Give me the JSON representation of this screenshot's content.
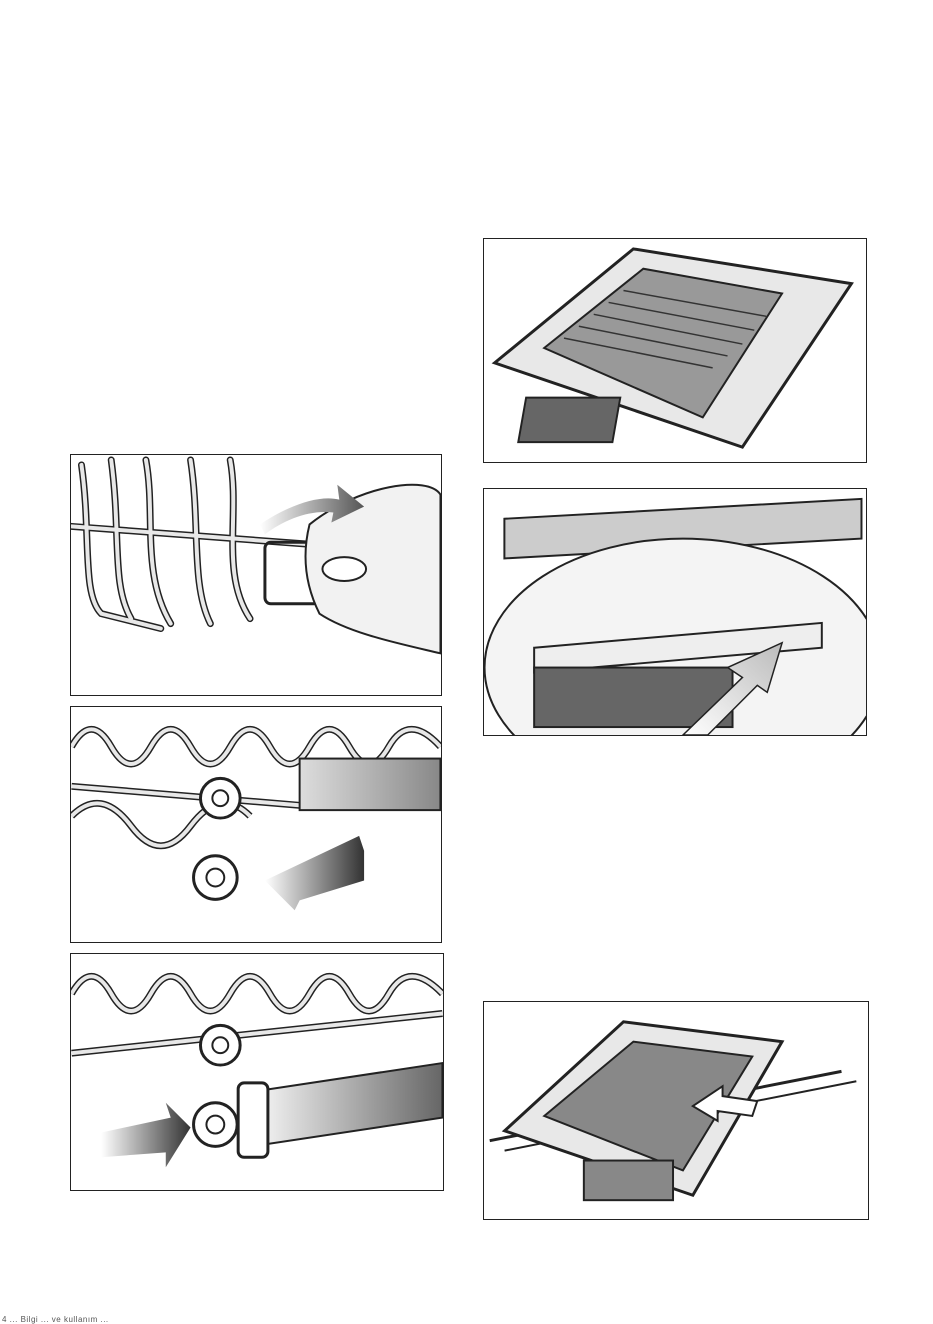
{
  "page": {
    "footer_text": "4 ... Bilgi ... ve kullanım ..."
  },
  "figures": [
    {
      "id": "fig-1",
      "icon": "hand-pulling-clip-illustration"
    },
    {
      "id": "fig-2",
      "icon": "wheel-removal-illustration"
    },
    {
      "id": "fig-3",
      "icon": "wheel-insertion-illustration"
    },
    {
      "id": "fig-4",
      "icon": "cutlery-tray-illustration"
    },
    {
      "id": "fig-5",
      "icon": "tray-handle-zoom-illustration"
    },
    {
      "id": "fig-6",
      "icon": "tray-slide-out-illustration"
    }
  ],
  "colors": {
    "line": "#222222",
    "rack_fill": "#e8e8e8",
    "tray_dark": "#555555",
    "arrow_dark": "#444444"
  }
}
